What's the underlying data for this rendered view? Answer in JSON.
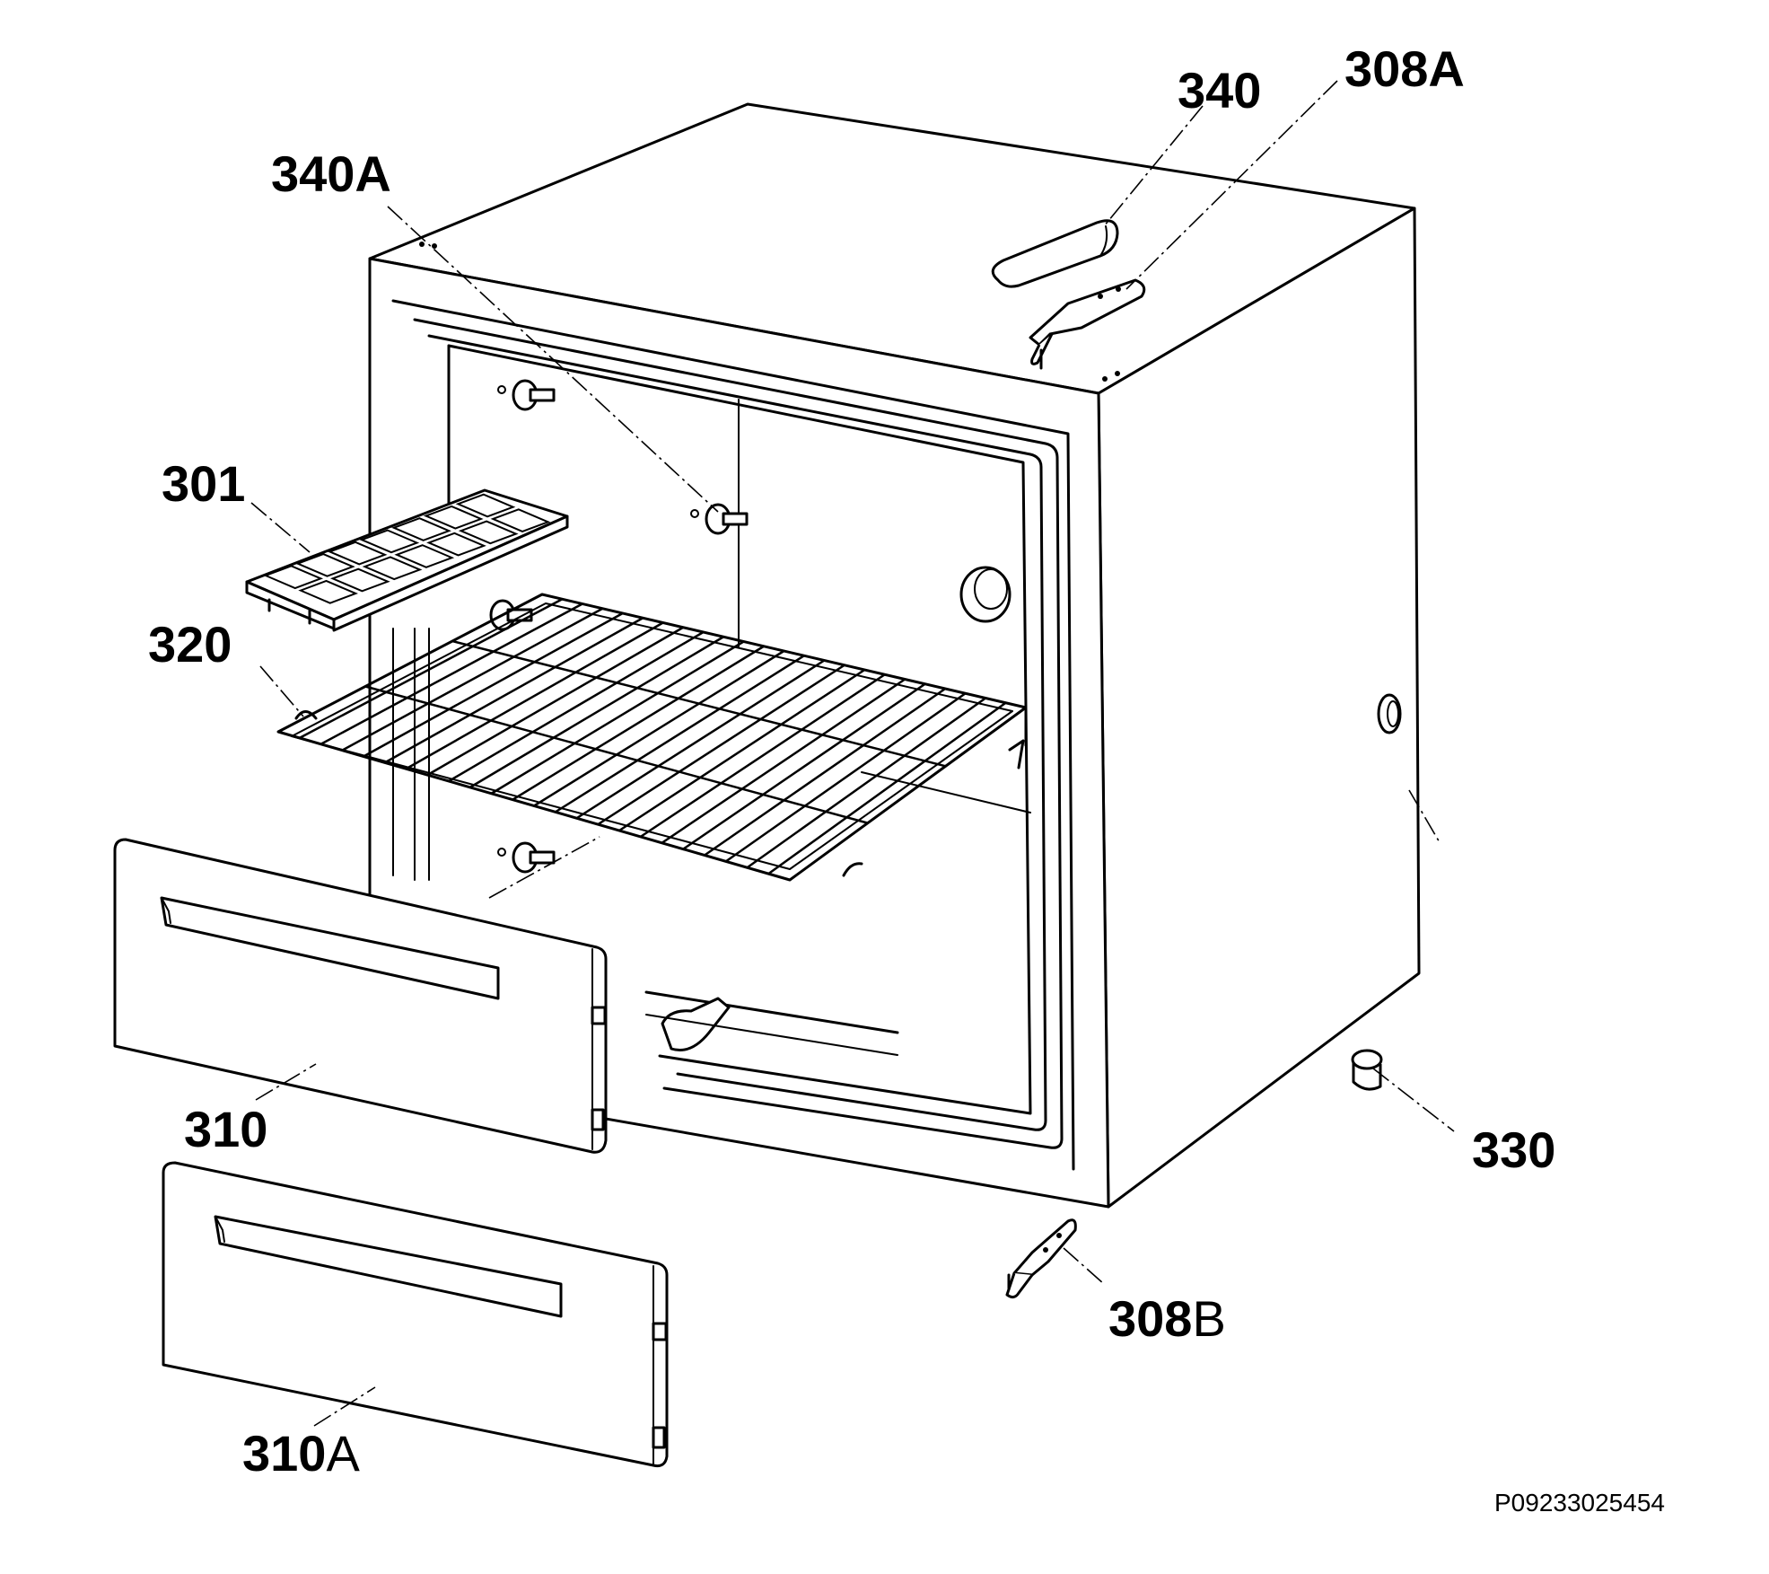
{
  "labels": {
    "p340": "340",
    "p308A": "308A",
    "p340A": "340A",
    "p301": "301",
    "p320": "320",
    "p310": "310",
    "p310A_num": "310",
    "p310A_suf": "A",
    "p330": "330",
    "p308B_num": "308",
    "p308B_suf": "B"
  },
  "drawing_code": "P09233025454"
}
